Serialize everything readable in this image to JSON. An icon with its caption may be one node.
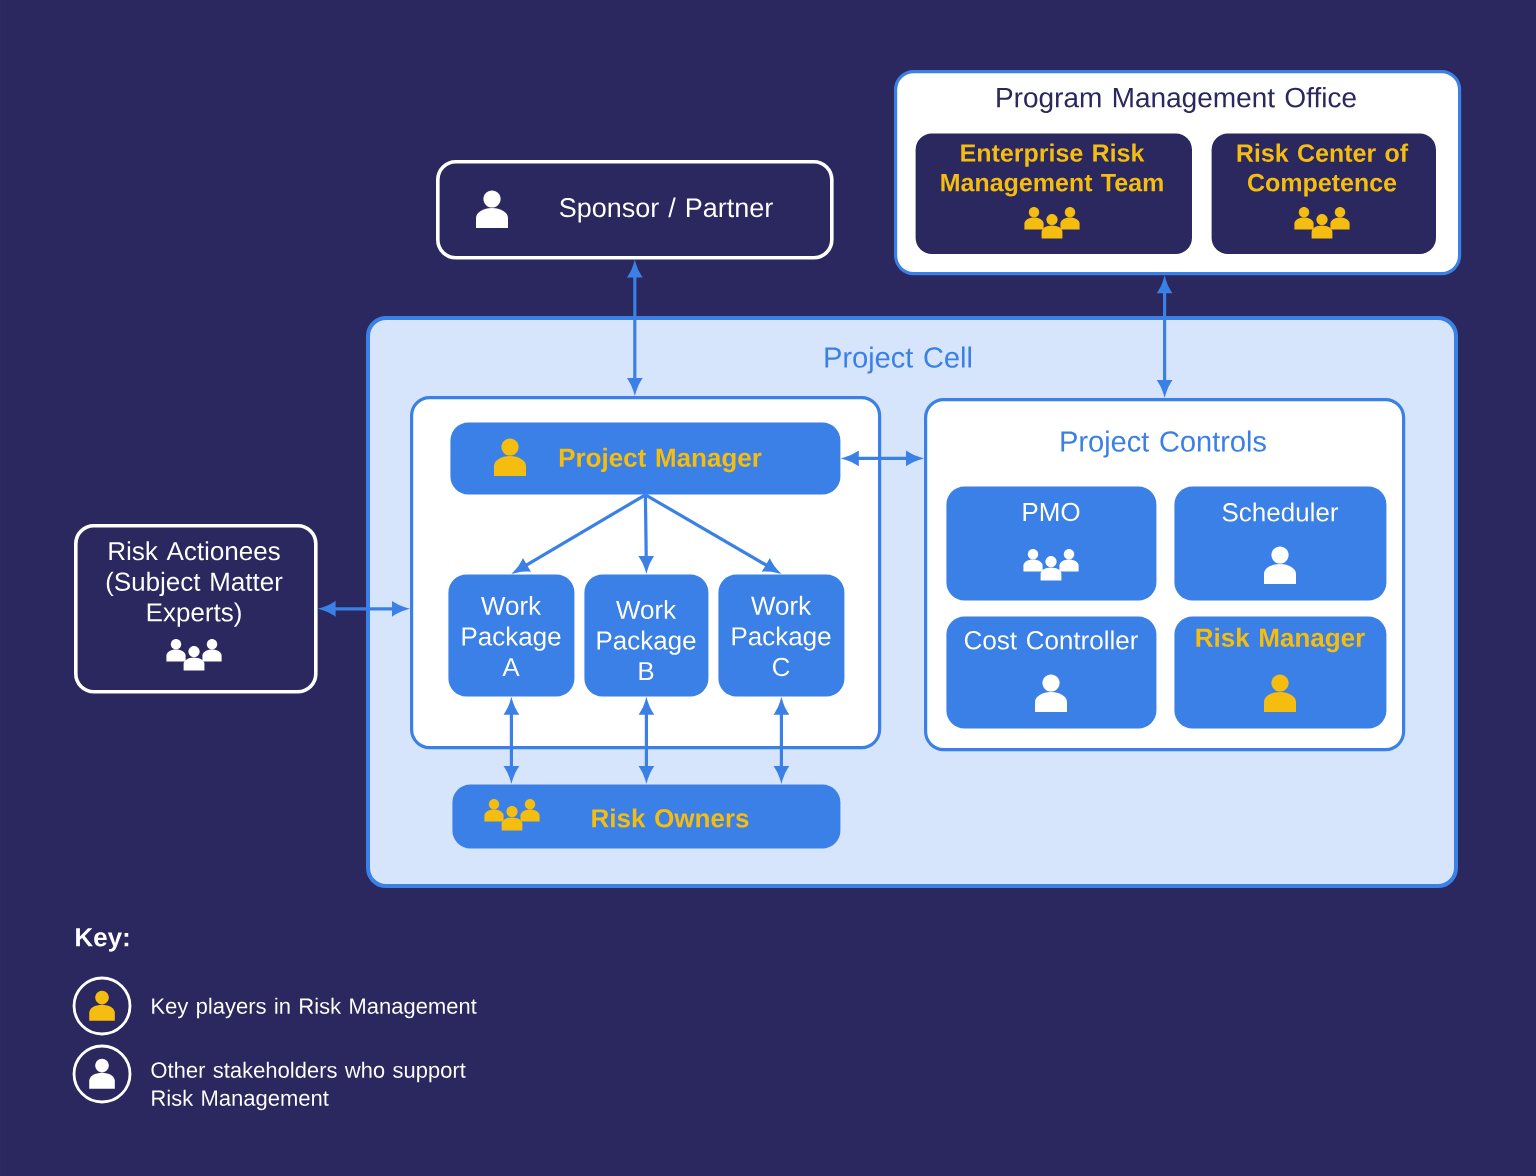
{
  "diagram": {
    "nodes": [
      {
        "text": [
          "Program Management Office"
        ]
      },
      {
        "text": [
          "Enterprise Risk Management Team"
        ],
        "in": 0
      },
      {
        "text": [
          "Risk Center of Competence"
        ],
        "in": 0
      },
      {
        "text": [
          "Sponsor / Partner"
        ]
      },
      {
        "text": [
          "Project Cell"
        ]
      },
      {
        "text": [],
        "shape": "box",
        "in": 4
      },
      {
        "text": [
          "Project Manager"
        ],
        "in": 5
      },
      {
        "text": [
          "Work Package A"
        ],
        "in": 5
      },
      {
        "text": [
          "Work Package B"
        ],
        "in": 5
      },
      {
        "text": [
          "Work Package C"
        ],
        "in": 5
      },
      {
        "text": [
          "Project Controls"
        ],
        "in": 4
      },
      {
        "text": [
          "PMO"
        ],
        "in": 10
      },
      {
        "text": [
          "Scheduler"
        ],
        "in": 10
      },
      {
        "text": [
          "Cost Controller"
        ],
        "in": 10
      },
      {
        "text": [
          "Risk Manager"
        ],
        "in": 10
      },
      {
        "text": [
          "Risk Owners"
        ],
        "in": 4
      },
      {
        "text": [
          "Risk Actionees (Subject Matter Experts)"
        ]
      }
    ],
    "edges": [
      {
        "from": 3,
        "to": 5,
        "arrow": "both"
      },
      {
        "from": 0,
        "to": 10,
        "arrow": "both"
      },
      {
        "from": 6,
        "to": 10,
        "arrow": "both"
      },
      {
        "from": 6,
        "to": 7,
        "arrow": "to"
      },
      {
        "from": 6,
        "to": 8,
        "arrow": "to"
      },
      {
        "from": 6,
        "to": 9,
        "arrow": "to"
      },
      {
        "from": 7,
        "to": 15,
        "arrow": "both"
      },
      {
        "from": 8,
        "to": 15,
        "arrow": "both"
      },
      {
        "from": 9,
        "to": 15,
        "arrow": "both"
      },
      {
        "from": 16,
        "to": 5,
        "arrow": "both"
      }
    ],
    "labels": [
      "Key:"
    ],
    "legend": [
      {
        "text": "Key players in Risk Management"
      },
      {
        "text": "Other stakeholders who support Risk Management"
      }
    ]
  }
}
